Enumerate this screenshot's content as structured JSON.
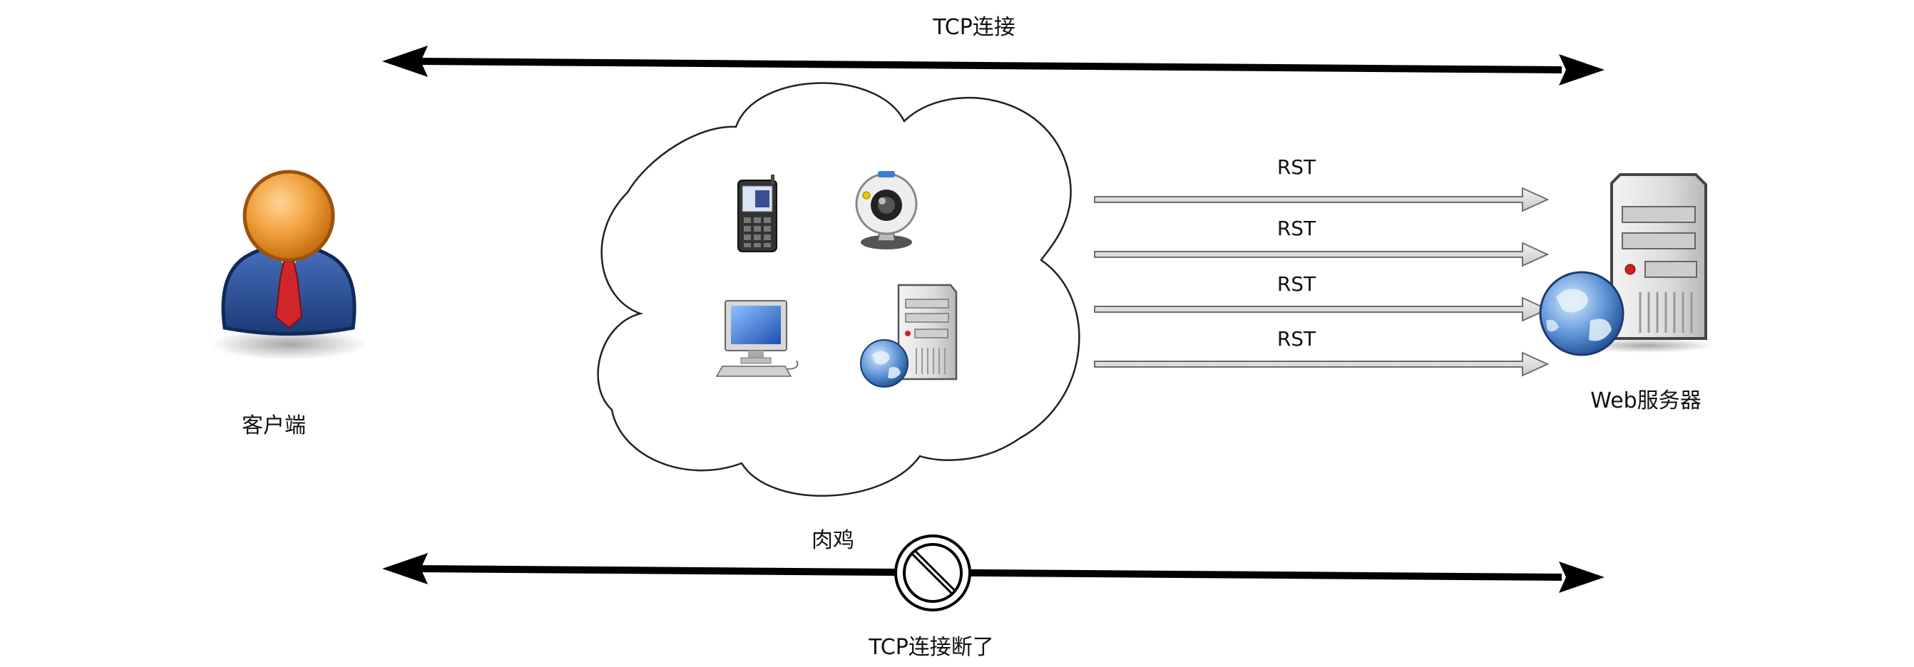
{
  "connection": {
    "top_label": "TCP连接",
    "bottom_label": "TCP连接断了",
    "top_color": "#000000",
    "bottom_color": "#000000"
  },
  "client": {
    "label": "客户端",
    "icon": "user-icon",
    "head_color": "#e8952e",
    "suit_color": "#2b4f94",
    "tie_color": "#d0262b"
  },
  "botnet": {
    "label": "肉鸡",
    "shape": "cloud",
    "devices": [
      {
        "icon": "mobile-phone-icon"
      },
      {
        "icon": "webcam-icon"
      },
      {
        "icon": "desktop-computer-icon"
      },
      {
        "icon": "server-globe-icon"
      }
    ]
  },
  "attack": {
    "packets": [
      {
        "label": "RST"
      },
      {
        "label": "RST"
      },
      {
        "label": "RST"
      },
      {
        "label": "RST"
      }
    ]
  },
  "server": {
    "label": "Web服务器",
    "icon": "web-server-icon"
  },
  "blocked_icon": "prohibited-icon"
}
